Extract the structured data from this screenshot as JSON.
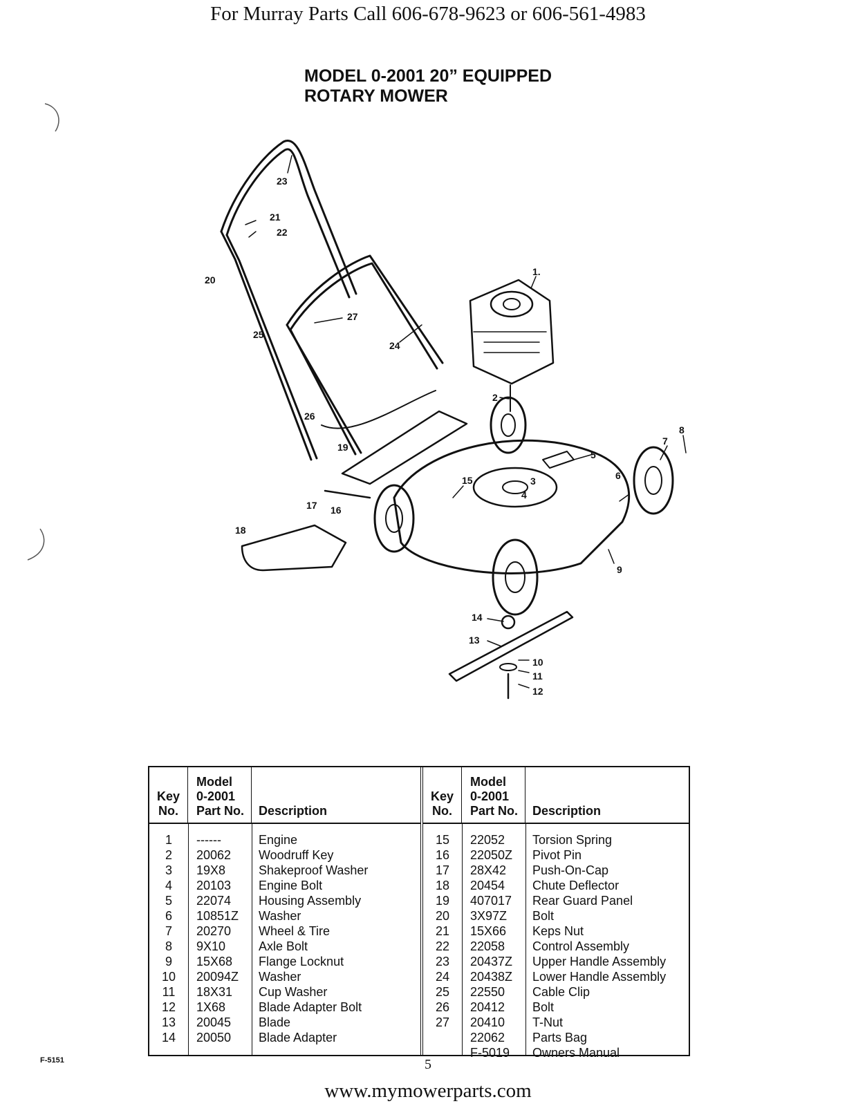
{
  "header": {
    "text": "For Murray Parts Call 606-678-9623 or 606-561-4983"
  },
  "title": {
    "line1": "MODEL 0-2001 20” EQUIPPED",
    "line2": "ROTARY MOWER"
  },
  "diagram": {
    "callouts": [
      "1.",
      "2",
      "3",
      "4",
      "5",
      "6",
      "7",
      "8",
      "9",
      "10",
      "11",
      "12",
      "13",
      "14",
      "15",
      "16",
      "17",
      "18",
      "19",
      "20",
      "21",
      "22",
      "23",
      "24",
      "25",
      "26",
      "27"
    ]
  },
  "table": {
    "headers": {
      "key": [
        "Key",
        "No."
      ],
      "part": [
        "Model",
        "0-2001",
        "Part No."
      ],
      "desc": "Description"
    },
    "left_rows": [
      {
        "key": "1",
        "part": "------",
        "desc": "Engine"
      },
      {
        "key": "2",
        "part": "20062",
        "desc": "Woodruff Key"
      },
      {
        "key": "3",
        "part": "19X8",
        "desc": "Shakeproof Washer"
      },
      {
        "key": "4",
        "part": "20103",
        "desc": "Engine Bolt"
      },
      {
        "key": "5",
        "part": "22074",
        "desc": "Housing Assembly"
      },
      {
        "key": "6",
        "part": "10851Z",
        "desc": "Washer"
      },
      {
        "key": "7",
        "part": "20270",
        "desc": "Wheel & Tire"
      },
      {
        "key": "8",
        "part": "9X10",
        "desc": "Axle Bolt"
      },
      {
        "key": "9",
        "part": "15X68",
        "desc": "Flange Locknut"
      },
      {
        "key": "10",
        "part": "20094Z",
        "desc": "Washer"
      },
      {
        "key": "11",
        "part": "18X31",
        "desc": "Cup Washer"
      },
      {
        "key": "12",
        "part": "1X68",
        "desc": "Blade Adapter Bolt"
      },
      {
        "key": "13",
        "part": "20045",
        "desc": "Blade"
      },
      {
        "key": "14",
        "part": "20050",
        "desc": "Blade Adapter"
      }
    ],
    "right_rows": [
      {
        "key": "15",
        "part": "22052",
        "desc": "Torsion Spring"
      },
      {
        "key": "16",
        "part": "22050Z",
        "desc": "Pivot Pin"
      },
      {
        "key": "17",
        "part": "28X42",
        "desc": "Push-On-Cap"
      },
      {
        "key": "18",
        "part": "20454",
        "desc": "Chute Deflector"
      },
      {
        "key": "19",
        "part": "407017",
        "desc": "Rear Guard Panel"
      },
      {
        "key": "20",
        "part": "3X97Z",
        "desc": "Bolt"
      },
      {
        "key": "21",
        "part": "15X66",
        "desc": "Keps Nut"
      },
      {
        "key": "22",
        "part": "22058",
        "desc": "Control Assembly"
      },
      {
        "key": "23",
        "part": "20437Z",
        "desc": "Upper Handle Assembly"
      },
      {
        "key": "24",
        "part": "20438Z",
        "desc": "Lower Handle Assembly"
      },
      {
        "key": "25",
        "part": "22550",
        "desc": "Cable Clip"
      },
      {
        "key": "26",
        "part": "20412",
        "desc": "Bolt"
      },
      {
        "key": "27",
        "part": "20410",
        "desc": "T-Nut"
      },
      {
        "key": "",
        "part": "22062",
        "desc": "Parts Bag"
      },
      {
        "key": "",
        "part": "F-5019",
        "desc": "Owners Manual"
      }
    ]
  },
  "page_number": "5",
  "form_id": "F-5151",
  "footer": {
    "text": "www.mymowerparts.com"
  }
}
